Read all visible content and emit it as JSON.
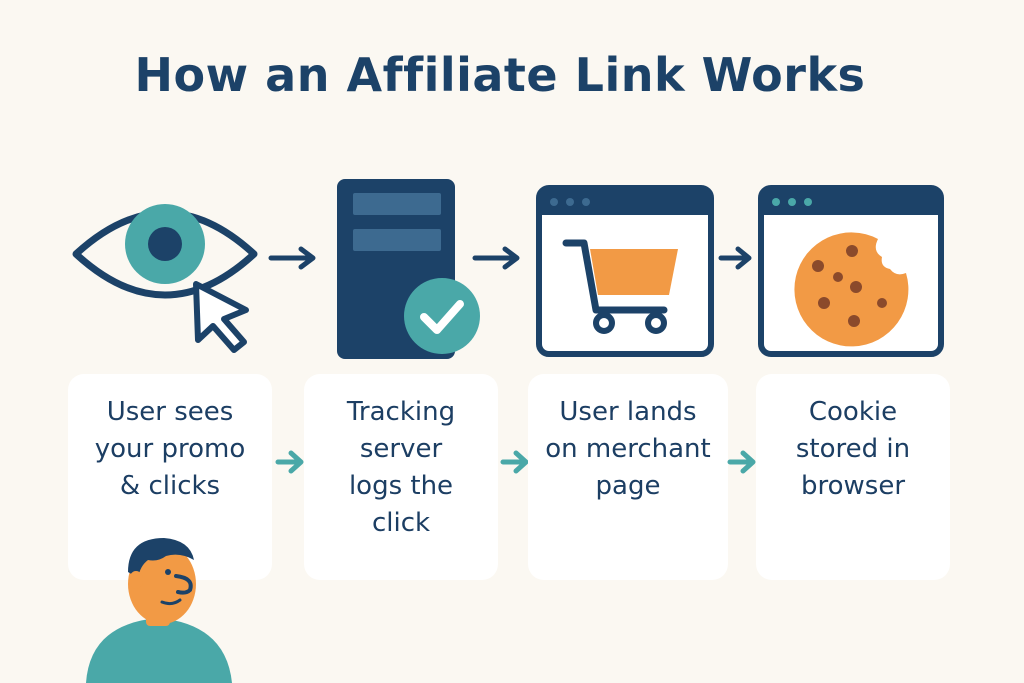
{
  "title": "How an Affiliate Link Works",
  "steps": [
    {
      "icon": "eye-cursor-icon",
      "lines": [
        "User sees",
        "your promo",
        "& clicks"
      ]
    },
    {
      "icon": "tracking-server-icon",
      "lines": [
        "Tracking",
        "server",
        "logs the",
        "click"
      ]
    },
    {
      "icon": "shopping-cart-browser-icon",
      "lines": [
        "User lands",
        "on merchant",
        "page"
      ]
    },
    {
      "icon": "cookie-browser-icon",
      "lines": [
        "Cookie",
        "stored in",
        "browser"
      ]
    }
  ],
  "colors": {
    "navy": "#1c4268",
    "teal": "#4aa8a8",
    "orange": "#f29a45",
    "background": "#fbf8f2"
  }
}
